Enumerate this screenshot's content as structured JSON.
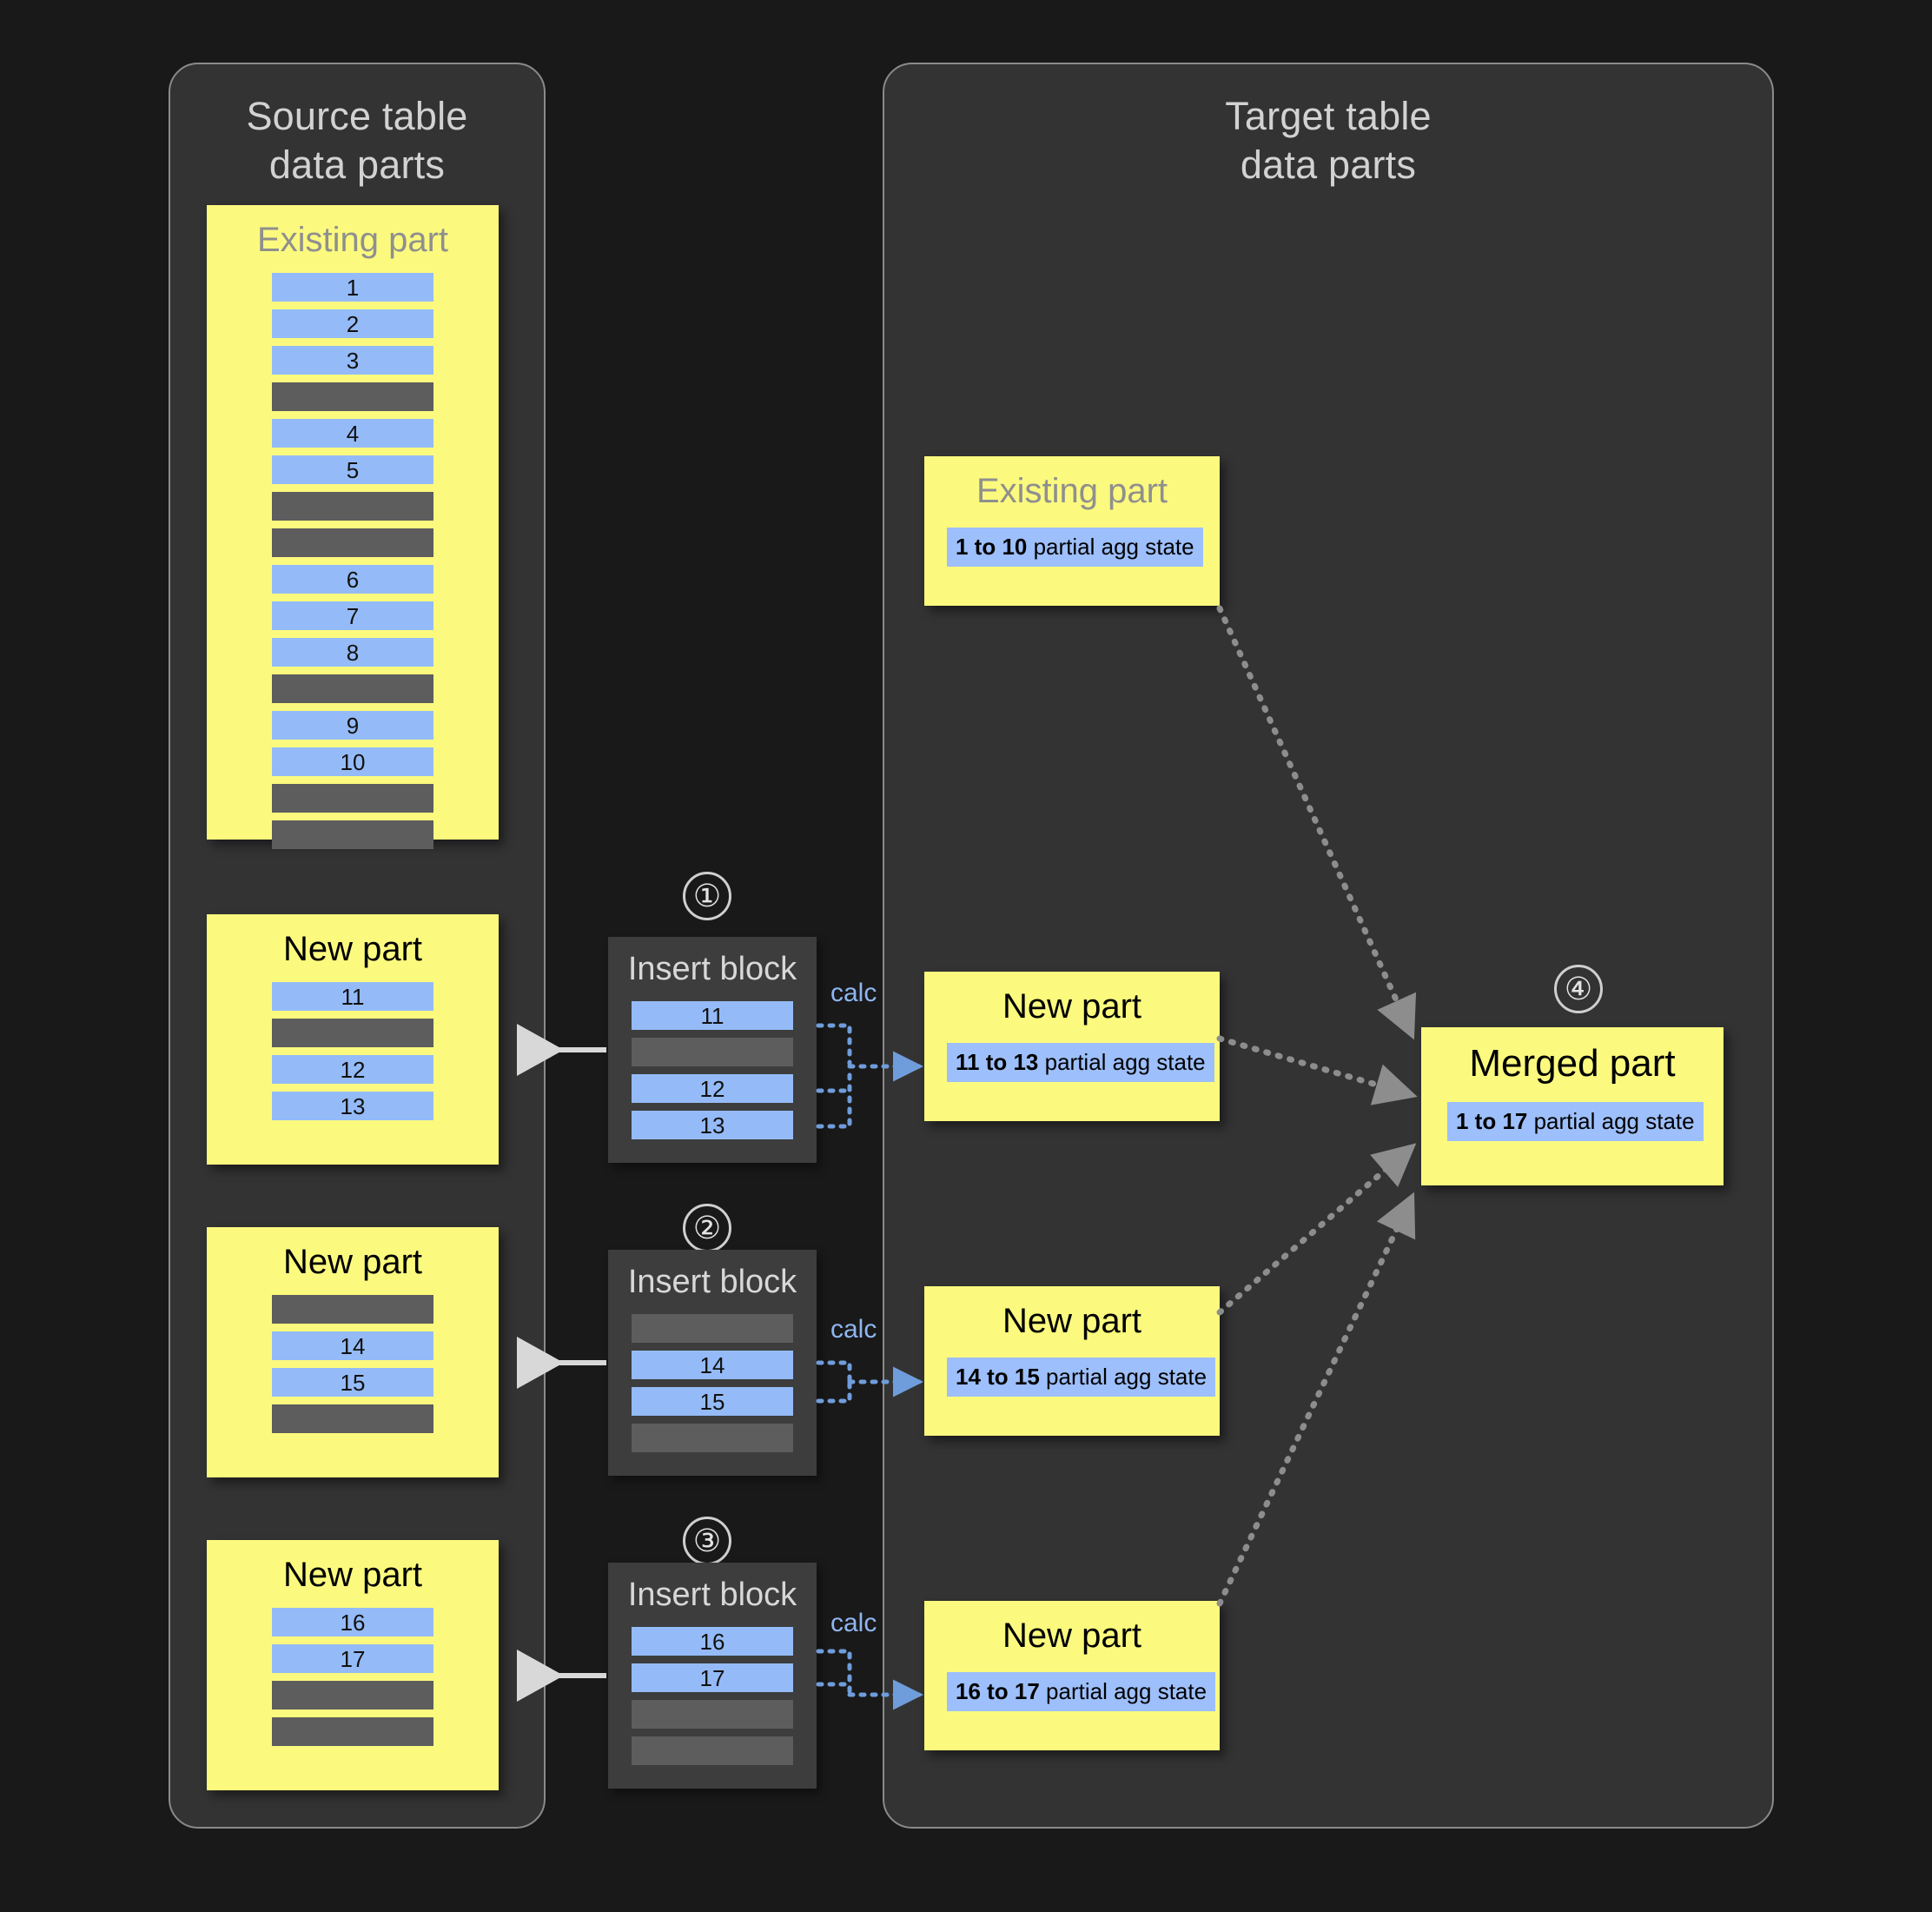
{
  "background_color": "#191919",
  "panel_color": "#333333",
  "accent_yellow": "#fbfa7e",
  "accent_blue": "#94bbf7",
  "accent_gray_row": "#5d5d5d",
  "calc_label_color": "#8fb6f0",
  "source_panel": {
    "title": "Source table\ndata parts",
    "title_line1": "Source table",
    "title_line2": "data parts",
    "parts": [
      {
        "title": "Existing part",
        "title_muted": true,
        "rows": [
          {
            "type": "blue",
            "label": "1"
          },
          {
            "type": "blue",
            "label": "2"
          },
          {
            "type": "blue",
            "label": "3"
          },
          {
            "type": "gray",
            "label": ""
          },
          {
            "type": "blue",
            "label": "4"
          },
          {
            "type": "blue",
            "label": "5"
          },
          {
            "type": "gray",
            "label": ""
          },
          {
            "type": "gray",
            "label": ""
          },
          {
            "type": "blue",
            "label": "6"
          },
          {
            "type": "blue",
            "label": "7"
          },
          {
            "type": "blue",
            "label": "8"
          },
          {
            "type": "gray",
            "label": ""
          },
          {
            "type": "blue",
            "label": "9"
          },
          {
            "type": "blue",
            "label": "10"
          },
          {
            "type": "gray",
            "label": ""
          },
          {
            "type": "gray",
            "label": ""
          }
        ]
      },
      {
        "title": "New part",
        "title_muted": false,
        "rows": [
          {
            "type": "blue",
            "label": "11"
          },
          {
            "type": "gray",
            "label": ""
          },
          {
            "type": "blue",
            "label": "12"
          },
          {
            "type": "blue",
            "label": "13"
          }
        ]
      },
      {
        "title": "New part",
        "title_muted": false,
        "rows": [
          {
            "type": "gray",
            "label": ""
          },
          {
            "type": "blue",
            "label": "14"
          },
          {
            "type": "blue",
            "label": "15"
          },
          {
            "type": "gray",
            "label": ""
          }
        ]
      },
      {
        "title": "New part",
        "title_muted": false,
        "rows": [
          {
            "type": "blue",
            "label": "16"
          },
          {
            "type": "blue",
            "label": "17"
          },
          {
            "type": "gray",
            "label": ""
          },
          {
            "type": "gray",
            "label": ""
          }
        ]
      }
    ]
  },
  "insert_blocks": [
    {
      "step": "①",
      "title": "Insert block",
      "calc_label": "calc",
      "rows": [
        {
          "type": "blue",
          "label": "11"
        },
        {
          "type": "gray",
          "label": ""
        },
        {
          "type": "blue",
          "label": "12"
        },
        {
          "type": "blue",
          "label": "13"
        }
      ]
    },
    {
      "step": "②",
      "title": "Insert block",
      "calc_label": "calc",
      "rows": [
        {
          "type": "gray",
          "label": ""
        },
        {
          "type": "blue",
          "label": "14"
        },
        {
          "type": "blue",
          "label": "15"
        },
        {
          "type": "gray",
          "label": ""
        }
      ]
    },
    {
      "step": "③",
      "title": "Insert block",
      "calc_label": "calc",
      "rows": [
        {
          "type": "blue",
          "label": "16"
        },
        {
          "type": "blue",
          "label": "17"
        },
        {
          "type": "gray",
          "label": ""
        },
        {
          "type": "gray",
          "label": ""
        }
      ]
    }
  ],
  "target_panel": {
    "title_line1": "Target table",
    "title_line2": "data parts",
    "parts": [
      {
        "title": "Existing part",
        "title_muted": true,
        "agg_range": "1 to 10",
        "agg_suffix": " partial agg state"
      },
      {
        "title": "New part",
        "title_muted": false,
        "agg_range": "11 to 13",
        "agg_suffix": " partial agg state"
      },
      {
        "title": "New part",
        "title_muted": false,
        "agg_range": "14 to 15",
        "agg_suffix": " partial agg state"
      },
      {
        "title": "New part",
        "title_muted": false,
        "agg_range": "16 to 17",
        "agg_suffix": " partial agg state"
      }
    ],
    "merged": {
      "step": "④",
      "title": "Merged part",
      "agg_range": "1 to 17",
      "agg_suffix": " partial agg state"
    }
  }
}
